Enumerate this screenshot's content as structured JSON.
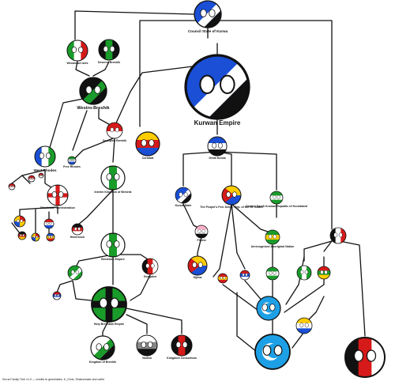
{
  "diagram": {
    "credit": "Sorus Family Tree v1.0 — credits to geomiddes, K_Chris, Shakurmatic and callid",
    "nodes": [
      {
        "id": "council",
        "label": "Council State of Kurwa",
        "flag": [
          "#1a4fd6",
          "#ffffff",
          "#111111"
        ],
        "style": "diag-blue"
      },
      {
        "id": "westwood",
        "label": "Westwood Isles",
        "flag": [
          "#1a9c2a",
          "#ffffff",
          "#d61a1a"
        ],
        "style": "vbands"
      },
      {
        "id": "deserve",
        "label": "Deserve Breshik",
        "flag": [
          "#111111",
          "#1a9c2a",
          "#111111"
        ],
        "style": "vbands"
      },
      {
        "id": "westro",
        "label": "Westro-Breshik",
        "flag": [
          "#111111",
          "#1a9c2a",
          "#111111"
        ],
        "style": "diag"
      },
      {
        "id": "kurwan_empire",
        "label": "Kurwan Empire",
        "flag": [
          "#1a4fd6",
          "#ffffff",
          "#111111"
        ],
        "style": "diag-blue"
      },
      {
        "id": "occupied",
        "label": "Occupied Breshik",
        "flag": [
          "#d61a1a",
          "#ffffff",
          "#d61a1a"
        ],
        "style": "redwhite"
      },
      {
        "id": "cormbat",
        "label": "Cormbat",
        "flag": [
          "#ffcc00",
          "#d61a1a",
          "#1a4fd6"
        ],
        "style": "hbands"
      },
      {
        "id": "west_rhodes",
        "label": "West Rhodes",
        "flag": [
          "#1a4fd6",
          "#ffffff",
          "#1a9c2a"
        ],
        "style": "vbands"
      },
      {
        "id": "free_rhodes",
        "label": "Free Rhodes",
        "flag": [
          "#1a9c2a",
          "#ffffff",
          "#1a4fd6"
        ],
        "style": "hbands"
      },
      {
        "id": "interim",
        "label": "Interim Kingdom of Breshik",
        "flag": [
          "#ffffff",
          "#1a9c2a",
          "#ffffff"
        ],
        "style": "vbands"
      },
      {
        "id": "rhodesian_conf",
        "label": "Rhodesian Confederation",
        "flag": [
          "#ffffff",
          "#d61a1a",
          "#ffffff"
        ],
        "style": "cross"
      },
      {
        "id": "small1",
        "label": "",
        "flag": [
          "#d61a1a",
          "#ffffff",
          "#d61a1a"
        ],
        "style": "redwhite"
      },
      {
        "id": "small2",
        "label": "",
        "flag": [
          "#d61a1a",
          "#ffffff",
          "#d61a1a"
        ],
        "style": "redwhite"
      },
      {
        "id": "small3",
        "label": "",
        "flag": [
          "#d61a1a",
          "#ffffff",
          "#d61a1a"
        ],
        "style": "redwhite"
      },
      {
        "id": "hedernock",
        "label": "Hedernock",
        "flag": [
          "#111111",
          "#d61a1a",
          "#ffffff"
        ],
        "style": "hbands"
      },
      {
        "id": "rh_sub1",
        "label": "",
        "flag": [
          "#ffcc00",
          "#d61a1a",
          "#1a4fd6"
        ],
        "style": "quarters"
      },
      {
        "id": "rh_sub2",
        "label": "",
        "flag": [
          "#d61a1a",
          "#ffffff",
          "#1a4fd6"
        ],
        "style": "hbands"
      },
      {
        "id": "rh_sub3",
        "label": "",
        "flag": [
          "#111111",
          "#d61a1a",
          "#ffcc00"
        ],
        "style": "hbands"
      },
      {
        "id": "rh_sub4",
        "label": "",
        "flag": [
          "#ffcc00",
          "#d61a1a",
          "#1a4fd6"
        ],
        "style": "quarters"
      },
      {
        "id": "rh_sub5",
        "label": "",
        "flag": [
          "#1a4fd6",
          "#ffcc00",
          "#d61a1a"
        ],
        "style": "hbands"
      },
      {
        "id": "breshkan_empire",
        "label": "Breshkan Empire",
        "flag": [
          "#ffffff",
          "#1a9c2a",
          "#ffffff"
        ],
        "style": "vbands"
      },
      {
        "id": "breshkan_sub",
        "label": "",
        "flag": [
          "#1a9c2a",
          "#ffffff",
          "#1a9c2a"
        ],
        "style": "diag"
      },
      {
        "id": "gongalen",
        "label": "Gongalen",
        "flag": [
          "#111111",
          "#d61a1a",
          "#ffffff"
        ],
        "style": "vbands"
      },
      {
        "id": "small_red",
        "label": "",
        "flag": [
          "#d61a1a",
          "#1a4fd6",
          "#ffffff"
        ],
        "style": "hbands"
      },
      {
        "id": "holy_breshkan",
        "label": "Holy Breshkan Empire",
        "flag": [
          "#1a9c2a",
          "#111111",
          "#1a9c2a"
        ],
        "style": "cross"
      },
      {
        "id": "kingdom_breshik",
        "label": "Kingdom of Breshik",
        "flag": [
          "#ffffff",
          "#1a9c2a",
          "#111111"
        ],
        "style": "diag"
      },
      {
        "id": "voxlick",
        "label": "Voxlick",
        "flag": [
          "#ffffff",
          "#888888",
          "#111111"
        ],
        "style": "hbands"
      },
      {
        "id": "kingdom_cons",
        "label": "Kinigdom Consortium",
        "flag": [
          "#111111",
          "#d61a1a",
          "#111111"
        ],
        "style": "vbands"
      },
      {
        "id": "great_kurwa",
        "label": "Great Kurwa",
        "flag": [
          "#1a4fd6",
          "#ffffff",
          "#111111"
        ],
        "style": "hbands"
      },
      {
        "id": "kurwa_state",
        "label": "Kurwa State",
        "flag": [
          "#1a4fd6",
          "#ffffff",
          "#111111"
        ],
        "style": "diag-blue"
      },
      {
        "id": "peoples_rep",
        "label": "The People's Fed. Demo. Rep. of the Ol. States",
        "flag": [
          "#ffcc00",
          "#d61a1a",
          "#1a4fd6"
        ],
        "style": "triangle"
      },
      {
        "id": "green_rep",
        "label": "Greater South Kurwan Republic of Kurwaland",
        "flag": [
          "#1a9c2a",
          "#ffffff",
          "#1a9c2a"
        ],
        "style": "hbands"
      },
      {
        "id": "florna",
        "label": "Florna",
        "flag": [
          "#ffb0c8",
          "#ffffff",
          "#111111"
        ],
        "style": "hbands"
      },
      {
        "id": "kijima",
        "label": "Kijima",
        "flag": [
          "#ffcc00",
          "#d61a1a",
          "#1a4fd6"
        ],
        "style": "triangle"
      },
      {
        "id": "green_sub",
        "label": "Unrecognized Aboriginal Nation",
        "flag": [
          "#1a9c2a",
          "#ffcc00",
          "#1a9c2a"
        ],
        "style": "hbands"
      },
      {
        "id": "mid1",
        "label": "",
        "flag": [
          "#d61a1a",
          "#ffcc00",
          "#d61a1a"
        ],
        "style": "hbands"
      },
      {
        "id": "mid2",
        "label": "",
        "flag": [
          "#d61a1a",
          "#1a4fd6",
          "#ffffff"
        ],
        "style": "hbands"
      },
      {
        "id": "mid3",
        "label": "",
        "flag": [
          "#1a9c2a",
          "#ffffff",
          "#1a9c2a"
        ],
        "style": "hbands"
      },
      {
        "id": "mid4",
        "label": "",
        "flag": [
          "#1a9c2a",
          "#ffffff",
          "#1a9c2a"
        ],
        "style": "vbands"
      },
      {
        "id": "mid5",
        "label": "",
        "flag": [
          "#d61a1a",
          "#1a9c2a",
          "#ffcc00"
        ],
        "style": "hbands"
      },
      {
        "id": "kurwa_mid",
        "label": "",
        "flag": [
          "#1ea0e6",
          "#ffffff",
          "#1ea0e6"
        ],
        "style": "moon"
      },
      {
        "id": "orange_sub",
        "label": "",
        "flag": [
          "#ffcc00",
          "#ffffff",
          "#1a4fd6"
        ],
        "style": "hbands"
      },
      {
        "id": "blue_big",
        "label": "",
        "flag": [
          "#1ea0e6",
          "#ffffff",
          "#1ea0e6"
        ],
        "style": "moon"
      },
      {
        "id": "right_state",
        "label": "",
        "flag": [
          "#111111",
          "#ffffff",
          "#d61a1a"
        ],
        "style": "vbands"
      },
      {
        "id": "right_big",
        "label": "",
        "flag": [
          "#111111",
          "#d61a1a",
          "#ffffff"
        ],
        "style": "vbands"
      }
    ]
  }
}
